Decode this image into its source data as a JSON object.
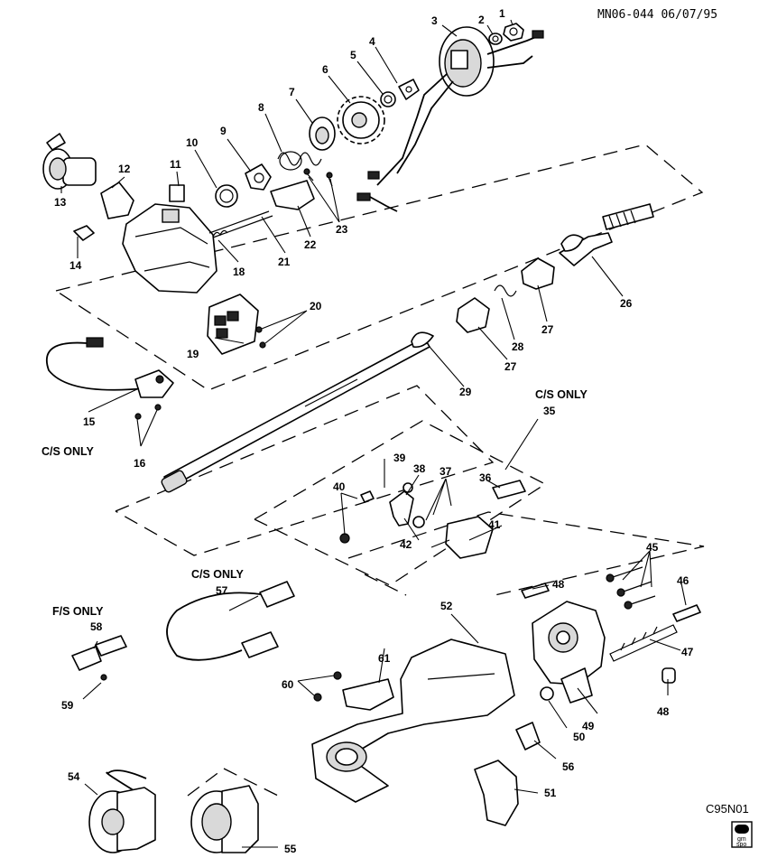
{
  "header": {
    "code": "MN06-044 06/07/95"
  },
  "footer": {
    "code": "C95N01",
    "logo_top": "gm",
    "logo_bottom": "spo"
  },
  "notes": {
    "cs_only_15": "C/S ONLY",
    "cs_only_35": "C/S ONLY",
    "cs_only_57": "C/S ONLY",
    "fs_only_58": "F/S ONLY"
  },
  "callouts": {
    "c1": "1",
    "c2": "2",
    "c3": "3",
    "c4": "4",
    "c5": "5",
    "c6": "6",
    "c7": "7",
    "c8": "8",
    "c9": "9",
    "c10": "10",
    "c11": "11",
    "c12": "12",
    "c13": "13",
    "c14": "14",
    "c15": "15",
    "c16": "16",
    "c18": "18",
    "c19": "19",
    "c20": "20",
    "c21": "21",
    "c22": "22",
    "c23": "23",
    "c26": "26",
    "c27a": "27",
    "c27b": "27",
    "c28": "28",
    "c29": "29",
    "c35": "35",
    "c36": "36",
    "c37": "37",
    "c38": "38",
    "c39": "39",
    "c40": "40",
    "c41": "41",
    "c42": "42",
    "c45": "45",
    "c46": "46",
    "c47": "47",
    "c48a": "48",
    "c48b": "48",
    "c49": "49",
    "c50": "50",
    "c51": "51",
    "c52": "52",
    "c54": "54",
    "c55": "55",
    "c56": "56",
    "c57": "57",
    "c58": "58",
    "c59": "59",
    "c60": "60",
    "c61": "61"
  }
}
